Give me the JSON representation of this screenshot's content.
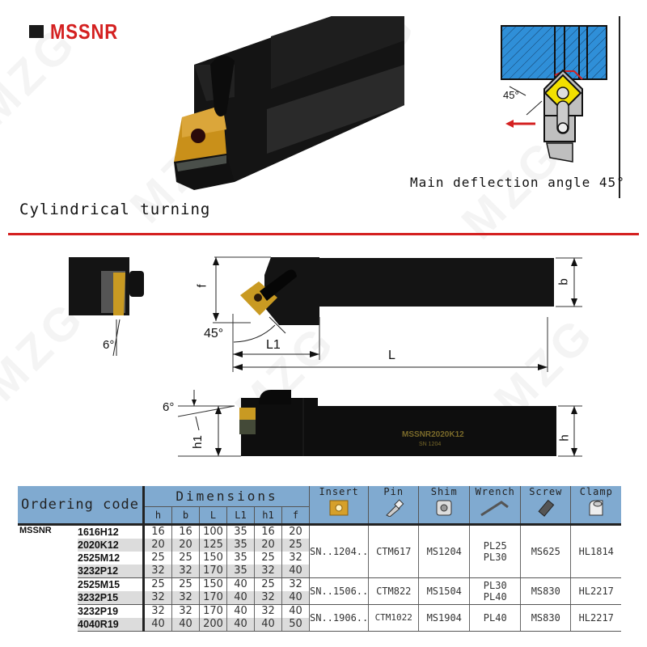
{
  "header": {
    "title": "MSSNR",
    "title_color": "#d42020"
  },
  "watermark": "MZG",
  "product_photo": {
    "caption": "Cylindrical turning"
  },
  "schematic": {
    "angle_label": "45°",
    "caption": "Main deflection angle 45°",
    "workpiece_color": "#2f8fd8",
    "insert_color": "#f2e000",
    "feed_arrow_color": "#d42020"
  },
  "drawing": {
    "end_view_angle": "6°",
    "top_view": {
      "f_label": "f",
      "angle_label": "45°",
      "L1_label": "L1",
      "L_label": "L",
      "b_label": "b"
    },
    "side_view": {
      "angle_label": "6°",
      "h1_label": "h1",
      "h_label": "h",
      "marking": "MSSNR2020K12",
      "sub_marking": "SN 1204"
    }
  },
  "table": {
    "ordering_code_header": "Ordering code",
    "dimensions_header": "Dimensions",
    "dimension_columns": [
      "h",
      "b",
      "L",
      "L1",
      "h1",
      "f"
    ],
    "accessory_columns": [
      {
        "label": "Insert",
        "icon": "insert-icon"
      },
      {
        "label": "Pin",
        "icon": "pin-icon"
      },
      {
        "label": "Shim",
        "icon": "shim-icon"
      },
      {
        "label": "Wrench",
        "icon": "wrench-icon"
      },
      {
        "label": "Screw",
        "icon": "screw-icon"
      },
      {
        "label": "Clamp",
        "icon": "clamp-icon"
      }
    ],
    "series": "MSSNR",
    "rows": [
      {
        "code": "1616H12",
        "h": "16",
        "b": "16",
        "L": "100",
        "L1": "35",
        "h1": "16",
        "f": "20"
      },
      {
        "code": "2020K12",
        "h": "20",
        "b": "20",
        "L": "125",
        "L1": "35",
        "h1": "20",
        "f": "25"
      },
      {
        "code": "2525M12",
        "h": "25",
        "b": "25",
        "L": "150",
        "L1": "35",
        "h1": "25",
        "f": "32"
      },
      {
        "code": "3232P12",
        "h": "32",
        "b": "32",
        "L": "170",
        "L1": "35",
        "h1": "32",
        "f": "40"
      },
      {
        "code": "2525M15",
        "h": "25",
        "b": "25",
        "L": "150",
        "L1": "40",
        "h1": "25",
        "f": "32"
      },
      {
        "code": "3232P15",
        "h": "32",
        "b": "32",
        "L": "170",
        "L1": "40",
        "h1": "32",
        "f": "40"
      },
      {
        "code": "3232P19",
        "h": "32",
        "b": "32",
        "L": "170",
        "L1": "40",
        "h1": "32",
        "f": "40"
      },
      {
        "code": "4040R19",
        "h": "40",
        "b": "40",
        "L": "200",
        "L1": "40",
        "h1": "40",
        "f": "50"
      }
    ],
    "accessory_groups": [
      {
        "insert": "SN..1204..",
        "pin": "CTM617",
        "shim": "MS1204",
        "wrench_1": "PL25",
        "wrench_2": "PL30",
        "screw": "MS625",
        "clamp": "HL1814"
      },
      {
        "insert": "SN..1506..",
        "pin": "CTM822",
        "shim": "MS1504",
        "wrench_1": "PL30",
        "wrench_2": "PL40",
        "screw": "MS830",
        "clamp": "HL2217"
      },
      {
        "insert": "SN..1906..",
        "pin": "CTM1022",
        "shim": "MS1904",
        "wrench_1": "PL40",
        "wrench_2": "",
        "screw": "MS830",
        "clamp": "HL2217"
      }
    ],
    "header_color": "#80aad0"
  }
}
